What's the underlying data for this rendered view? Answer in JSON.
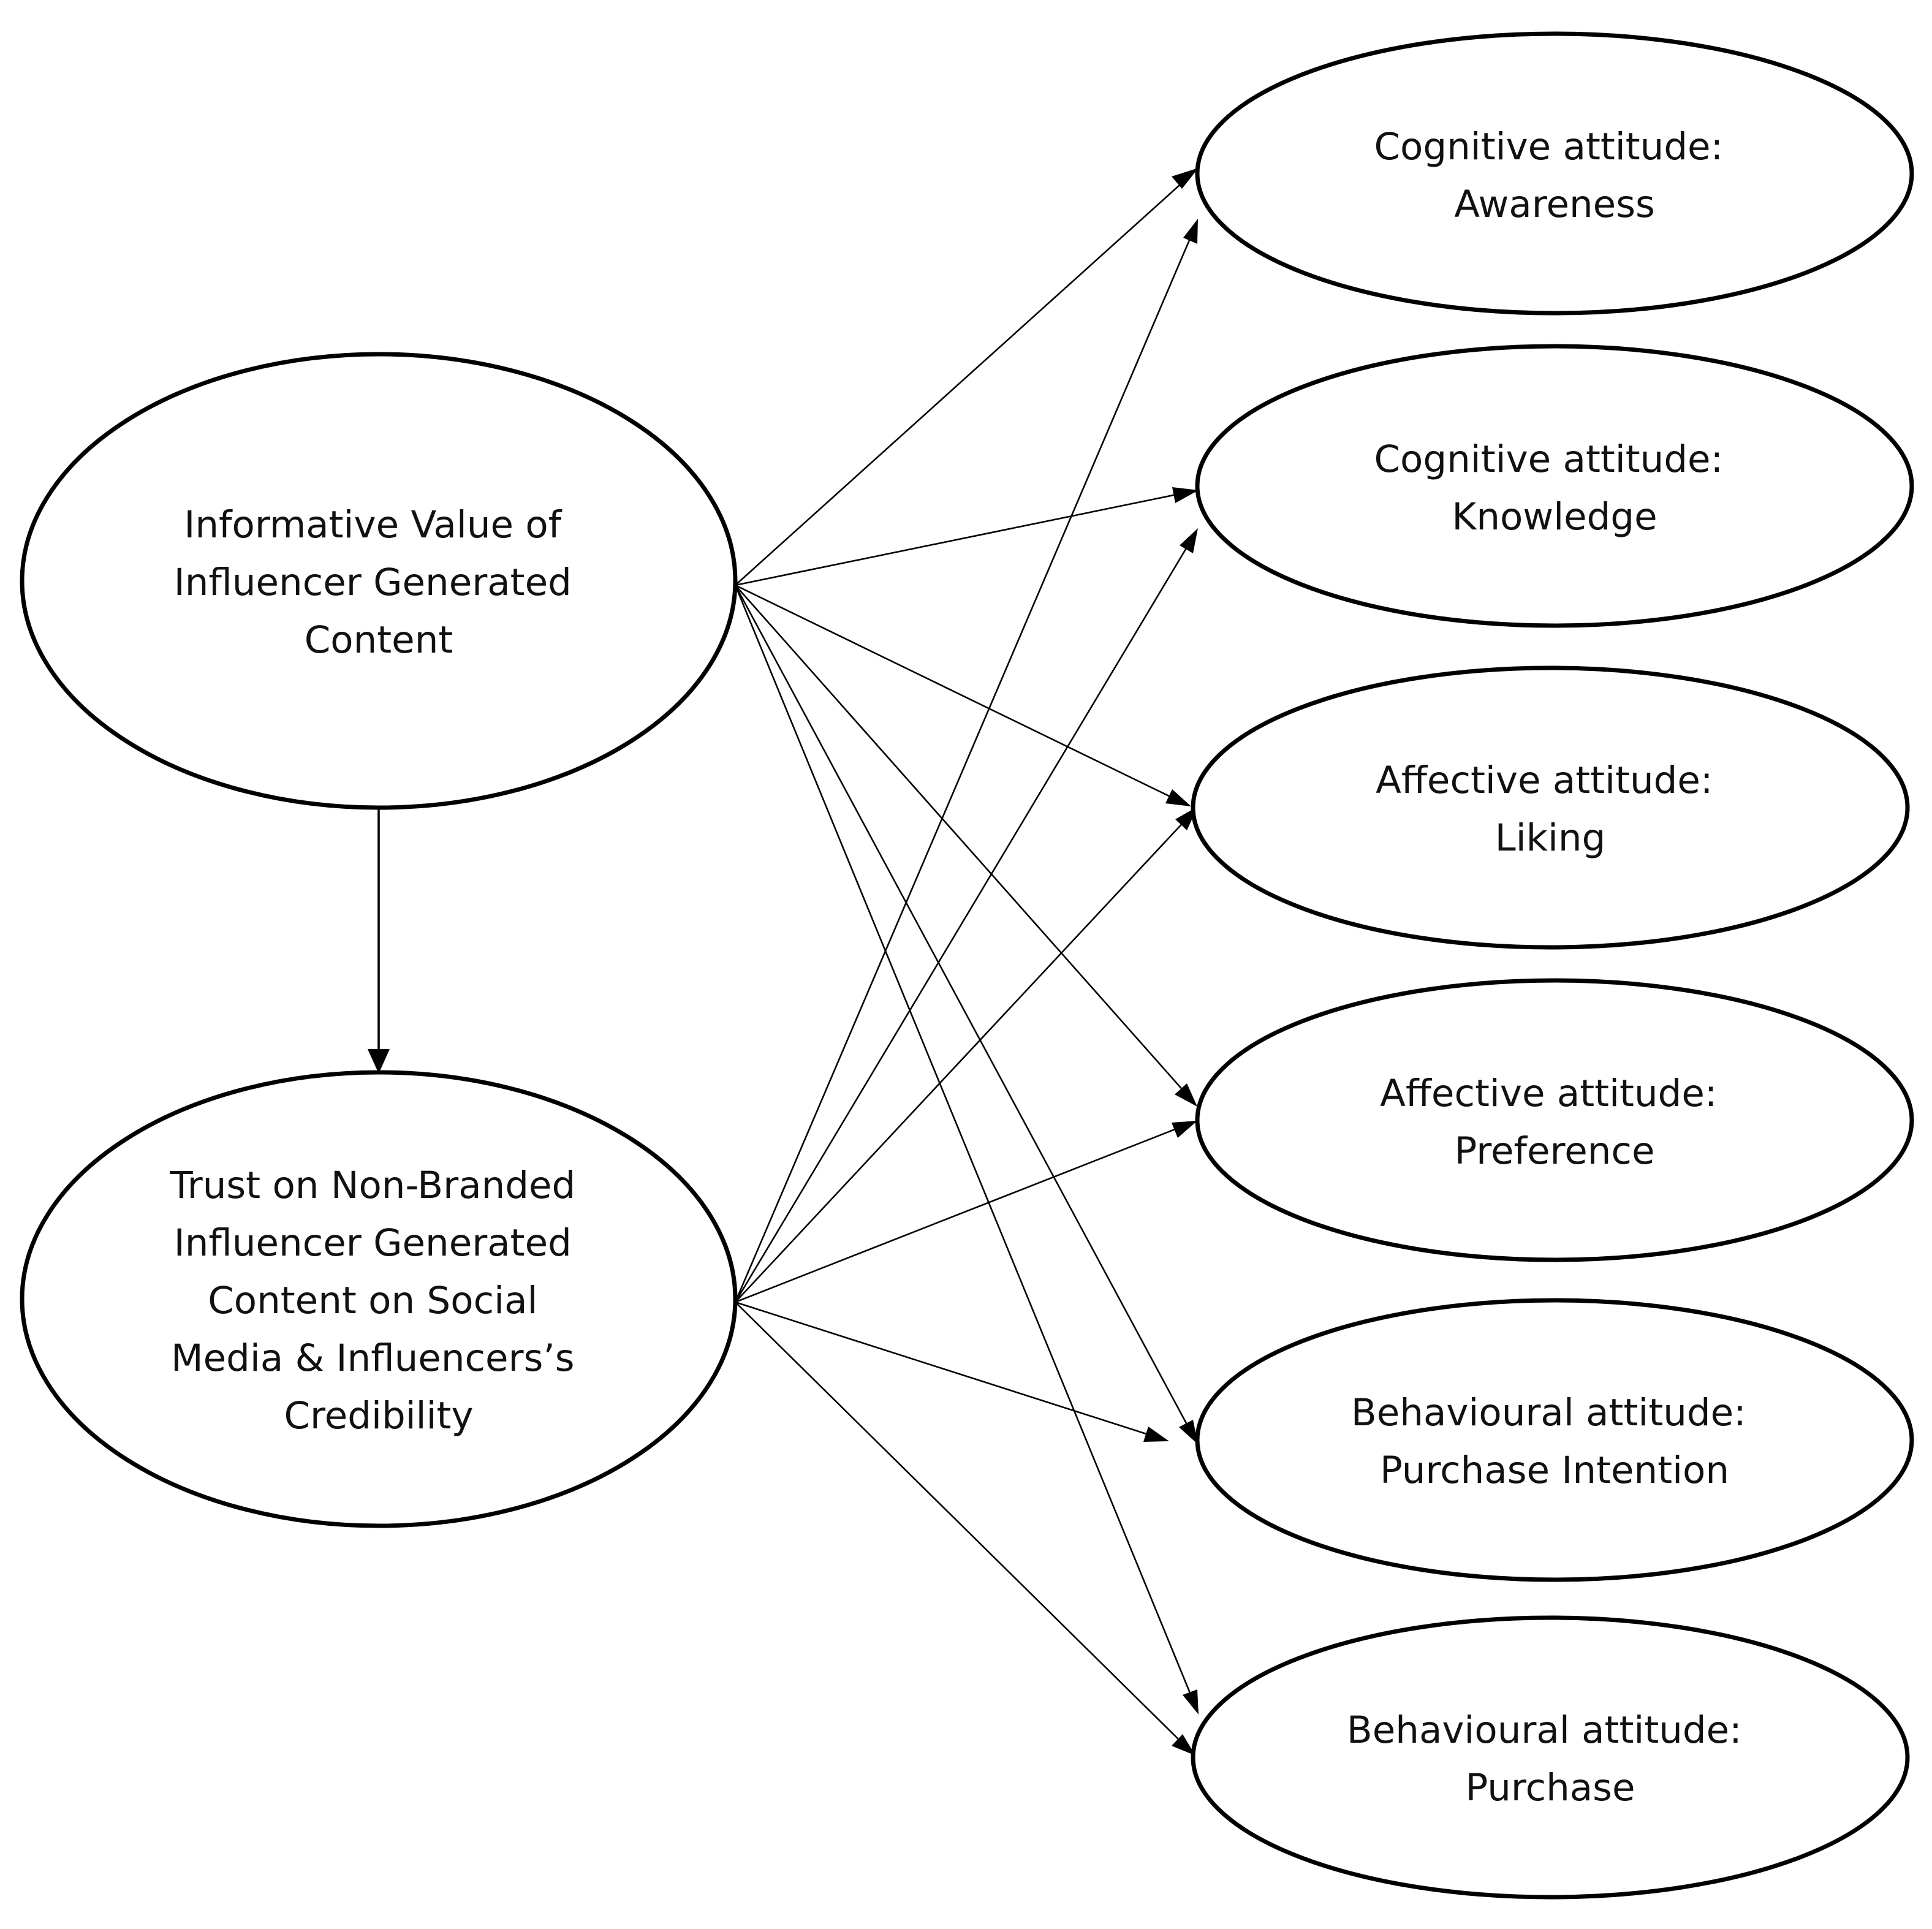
{
  "nodes": {
    "informative_value": {
      "lines": [
        "Informative Value of",
        "Influencer Generated",
        "Content"
      ]
    },
    "trust": {
      "lines": [
        "Trust on Non-Branded",
        "Influencer Generated",
        "Content on Social",
        "Media & Influencers’s",
        "Credibility"
      ]
    },
    "awareness": {
      "lines": [
        "Cognitive attitude:",
        "Awareness"
      ]
    },
    "knowledge": {
      "lines": [
        "Cognitive attitude:",
        "Knowledge"
      ]
    },
    "liking": {
      "lines": [
        "Affective attitude:",
        "Liking"
      ]
    },
    "preference": {
      "lines": [
        "Affective attitude:",
        "Preference"
      ]
    },
    "purchase_intention": {
      "lines": [
        "Behavioural attitude:",
        "Purchase Intention"
      ]
    },
    "purchase": {
      "lines": [
        "Behavioural attitude:",
        "Purchase"
      ]
    }
  },
  "edges": [
    {
      "from": "informative_value",
      "to": "trust"
    },
    {
      "from": "informative_value",
      "to": "awareness"
    },
    {
      "from": "informative_value",
      "to": "knowledge"
    },
    {
      "from": "informative_value",
      "to": "liking"
    },
    {
      "from": "informative_value",
      "to": "preference"
    },
    {
      "from": "informative_value",
      "to": "purchase_intention"
    },
    {
      "from": "informative_value",
      "to": "purchase"
    },
    {
      "from": "trust",
      "to": "awareness"
    },
    {
      "from": "trust",
      "to": "knowledge"
    },
    {
      "from": "trust",
      "to": "liking"
    },
    {
      "from": "trust",
      "to": "preference"
    },
    {
      "from": "trust",
      "to": "purchase_intention"
    },
    {
      "from": "trust",
      "to": "purchase"
    }
  ],
  "colors": {
    "stroke": "#000000",
    "text": "#111111",
    "background": "#ffffff"
  }
}
